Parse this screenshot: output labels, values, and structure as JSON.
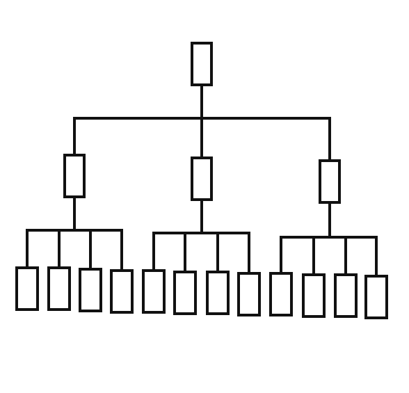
{
  "diagram": {
    "type": "tree",
    "colors": {
      "line": "#111111",
      "node_fill": "#ffffff",
      "background": "#ffffff"
    },
    "nodes": [
      {
        "id": "root",
        "parent": null,
        "label": ""
      },
      {
        "id": "a",
        "parent": "root",
        "label": ""
      },
      {
        "id": "b",
        "parent": "root",
        "label": ""
      },
      {
        "id": "c",
        "parent": "root",
        "label": ""
      },
      {
        "id": "a1",
        "parent": "a",
        "label": ""
      },
      {
        "id": "a2",
        "parent": "a",
        "label": ""
      },
      {
        "id": "a3",
        "parent": "a",
        "label": ""
      },
      {
        "id": "a4",
        "parent": "a",
        "label": ""
      },
      {
        "id": "b1",
        "parent": "b",
        "label": ""
      },
      {
        "id": "b2",
        "parent": "b",
        "label": ""
      },
      {
        "id": "b3",
        "parent": "b",
        "label": ""
      },
      {
        "id": "b4",
        "parent": "b",
        "label": ""
      },
      {
        "id": "c1",
        "parent": "c",
        "label": ""
      },
      {
        "id": "c2",
        "parent": "c",
        "label": ""
      },
      {
        "id": "c3",
        "parent": "c",
        "label": ""
      },
      {
        "id": "c4",
        "parent": "c",
        "label": ""
      }
    ]
  }
}
